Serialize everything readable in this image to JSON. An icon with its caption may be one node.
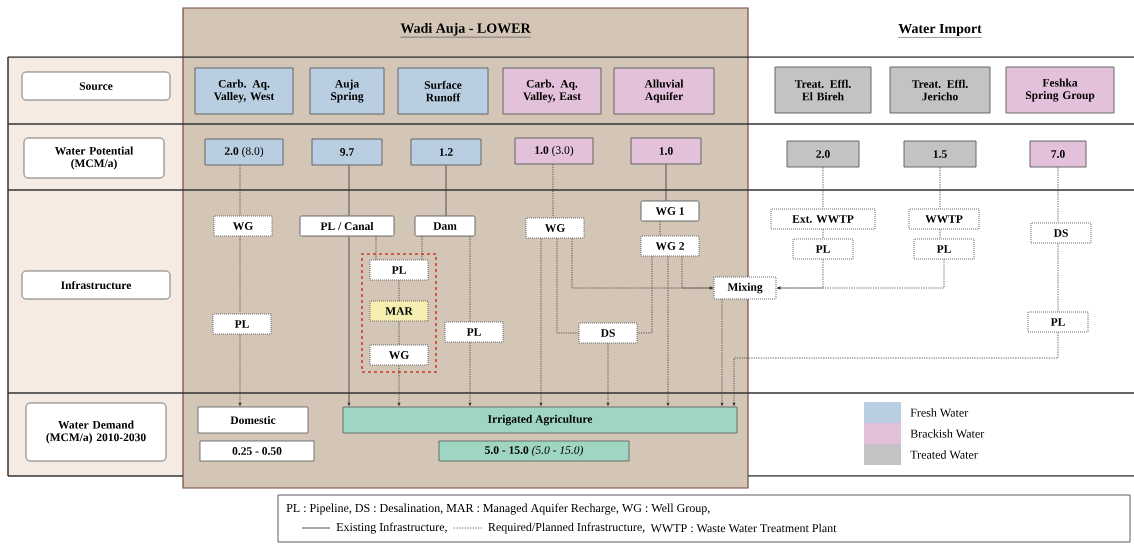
{
  "diagram": {
    "nodes": [
      {
        "text": [
          "Wadi Auja - LOWER"
        ]
      },
      {
        "text": [
          "Source"
        ]
      },
      {
        "text": [
          "Water Potential (MCM/a)"
        ]
      },
      {
        "text": [
          "Infrastructure"
        ]
      },
      {
        "text": [
          "Water Demand (MCM/a) 2010-2030"
        ]
      },
      {
        "text": [
          "Carb. Aq. Valley, West"
        ],
        "in": 0
      },
      {
        "text": [
          "Auja Spring"
        ],
        "in": 0
      },
      {
        "text": [
          "Surface Runoff"
        ],
        "in": 0
      },
      {
        "text": [
          "Carb. Aq. Valley, East"
        ],
        "in": 0
      },
      {
        "text": [
          "Alluvial Aquifer"
        ],
        "in": 0
      },
      {
        "text": [
          "Treat. Effl. El Bireh"
        ]
      },
      {
        "text": [
          "Treat. Effl. Jericho"
        ]
      },
      {
        "text": [
          "Feshka Spring Group"
        ]
      },
      {
        "text": [
          "**2.0** (8.0)"
        ],
        "in": 0
      },
      {
        "text": [
          "9.7"
        ],
        "in": 0
      },
      {
        "text": [
          "1.2"
        ],
        "in": 0
      },
      {
        "text": [
          "**1.0** (3.0)"
        ],
        "in": 0
      },
      {
        "text": [
          "1.0"
        ],
        "in": 0
      },
      {
        "text": [
          "2.0"
        ]
      },
      {
        "text": [
          "1.5"
        ]
      },
      {
        "text": [
          "7.0"
        ]
      },
      {
        "text": [
          "WG"
        ],
        "in": 0
      },
      {
        "text": [
          "PL / Canal"
        ],
        "in": 0
      },
      {
        "text": [
          "Dam"
        ],
        "in": 0
      },
      {
        "text": [
          "WG"
        ],
        "in": 0
      },
      {
        "text": [
          "WG 1"
        ],
        "in": 0
      },
      {
        "text": [
          "WG 2"
        ],
        "in": 0
      },
      {
        "text": [],
        "shape": "box",
        "in": 0
      },
      {
        "text": [
          "PL"
        ],
        "in": 27
      },
      {
        "text": [
          "MAR"
        ],
        "in": 27
      },
      {
        "text": [
          "WG"
        ],
        "in": 27
      },
      {
        "text": [
          "PL"
        ],
        "in": 0
      },
      {
        "text": [
          "PL"
        ],
        "in": 0
      },
      {
        "text": [
          "DS"
        ],
        "in": 0
      },
      {
        "text": [
          "Mixing"
        ]
      },
      {
        "text": [
          "Ext. WWTP"
        ]
      },
      {
        "text": [
          "PL"
        ]
      },
      {
        "text": [
          "WWTP"
        ]
      },
      {
        "text": [
          "PL"
        ]
      },
      {
        "text": [
          "DS"
        ]
      },
      {
        "text": [
          "PL"
        ]
      },
      {
        "text": [
          "Domestic"
        ],
        "in": 0
      },
      {
        "text": [
          "Irrigated Agriculture"
        ],
        "in": 0
      },
      {
        "text": [
          "0.25 - 0.50"
        ],
        "in": 0
      },
      {
        "text": [
          "**5.0 - 15.0** *(5.0 - 15.0)*"
        ],
        "in": 0
      }
    ],
    "edges": [
      {
        "from": 13,
        "to": 21,
        "arrow": "none",
        "style": "dashed"
      },
      {
        "from": 21,
        "to": 31,
        "arrow": "none",
        "style": "dashed"
      },
      {
        "from": 31,
        "to": 41,
        "arrow": "to",
        "style": "dashed"
      },
      {
        "from": 14,
        "to": 22,
        "arrow": "none"
      },
      {
        "from": 22,
        "to": 42,
        "arrow": "to"
      },
      {
        "from": 22,
        "to": 28,
        "arrow": "none",
        "style": "dashed"
      },
      {
        "from": 23,
        "to": 28,
        "arrow": "none",
        "style": "dashed"
      },
      {
        "from": 28,
        "to": 29,
        "arrow": "none",
        "style": "dashed"
      },
      {
        "from": 29,
        "to": 30,
        "arrow": "none",
        "style": "dashed"
      },
      {
        "from": 30,
        "to": 42,
        "arrow": "to",
        "style": "dashed"
      },
      {
        "from": 15,
        "to": 23,
        "arrow": "none"
      },
      {
        "from": 23,
        "to": 32,
        "arrow": "none",
        "style": "dashed"
      },
      {
        "from": 32,
        "to": 42,
        "arrow": "to",
        "style": "dashed"
      },
      {
        "from": 16,
        "to": 24,
        "arrow": "none",
        "style": "dashed"
      },
      {
        "from": 24,
        "to": 42,
        "arrow": "to",
        "style": "dashed"
      },
      {
        "from": 24,
        "to": 33,
        "arrow": "none",
        "style": "dashed"
      },
      {
        "from": 24,
        "to": 34,
        "arrow": "to",
        "style": "dashed"
      },
      {
        "from": 17,
        "to": 25,
        "arrow": "none"
      },
      {
        "from": 25,
        "to": 26,
        "arrow": "none",
        "style": "dashed"
      },
      {
        "from": 26,
        "to": 33,
        "arrow": "none",
        "style": "dashed"
      },
      {
        "from": 26,
        "to": 42,
        "arrow": "to",
        "style": "dashed"
      },
      {
        "from": 26,
        "to": 34,
        "arrow": "to",
        "style": "dashed"
      },
      {
        "from": 33,
        "to": 42,
        "arrow": "to",
        "style": "dashed"
      },
      {
        "from": 34,
        "to": 42,
        "arrow": "to",
        "style": "dashed"
      },
      {
        "from": 18,
        "to": 35,
        "arrow": "none",
        "style": "dashed"
      },
      {
        "from": 35,
        "to": 36,
        "arrow": "none",
        "style": "dashed"
      },
      {
        "from": 36,
        "to": 34,
        "arrow": "to",
        "style": "dashed"
      },
      {
        "from": 19,
        "to": 37,
        "arrow": "none",
        "style": "dashed"
      },
      {
        "from": 37,
        "to": 38,
        "arrow": "none",
        "style": "dashed"
      },
      {
        "from": 38,
        "to": 34,
        "arrow": "to",
        "style": "dashed"
      },
      {
        "from": 20,
        "to": 39,
        "arrow": "none",
        "style": "dashed"
      },
      {
        "from": 39,
        "to": 40,
        "arrow": "none",
        "style": "dashed"
      },
      {
        "from": 40,
        "to": 42,
        "arrow": "to",
        "style": "dashed"
      }
    ],
    "labels": [
      "Water Import",
      "PL : Pipeline, DS : Desalination, MAR : Managed Aquifer Recharge, WG : Well Group,",
      "WWTP : Waste Water Treatment Plant"
    ],
    "legend": [
      {
        "text": "Fresh Water",
        "color": "#b9cfe1"
      },
      {
        "text": "Brackish Water",
        "color": "#e3c1da"
      },
      {
        "text": "Treated Water",
        "color": "#c3c3c6"
      },
      {
        "text": "Existing Infrastructure,"
      },
      {
        "text": "Required/Planned Infrastructure,"
      }
    ]
  }
}
